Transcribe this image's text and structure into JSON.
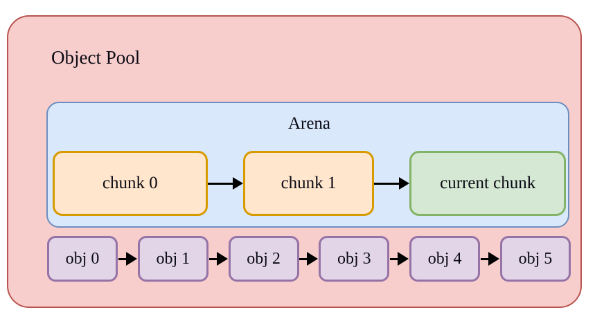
{
  "diagram": {
    "pool": {
      "title": "Object Pool",
      "fill_color": "#f8cecc",
      "border_color": "#b85450"
    },
    "arena": {
      "title": "Arena",
      "fill_color": "#dae8fc",
      "border_color": "#6c8ebf",
      "chunks": [
        {
          "label": "chunk 0",
          "fill_color": "#ffe6cc",
          "border_color": "#d79b00"
        },
        {
          "label": "chunk 1",
          "fill_color": "#ffe6cc",
          "border_color": "#d79b00"
        },
        {
          "label": "current chunk",
          "fill_color": "#d5e8d4",
          "border_color": "#82b366"
        }
      ]
    },
    "objects": {
      "fill_color": "#e1d5e7",
      "border_color": "#9673a6",
      "items": [
        {
          "label": "obj 0"
        },
        {
          "label": "obj 1"
        },
        {
          "label": "obj 2"
        },
        {
          "label": "obj 3"
        },
        {
          "label": "obj 4"
        },
        {
          "label": "obj 5"
        }
      ]
    },
    "arrow_color": "#000000"
  }
}
